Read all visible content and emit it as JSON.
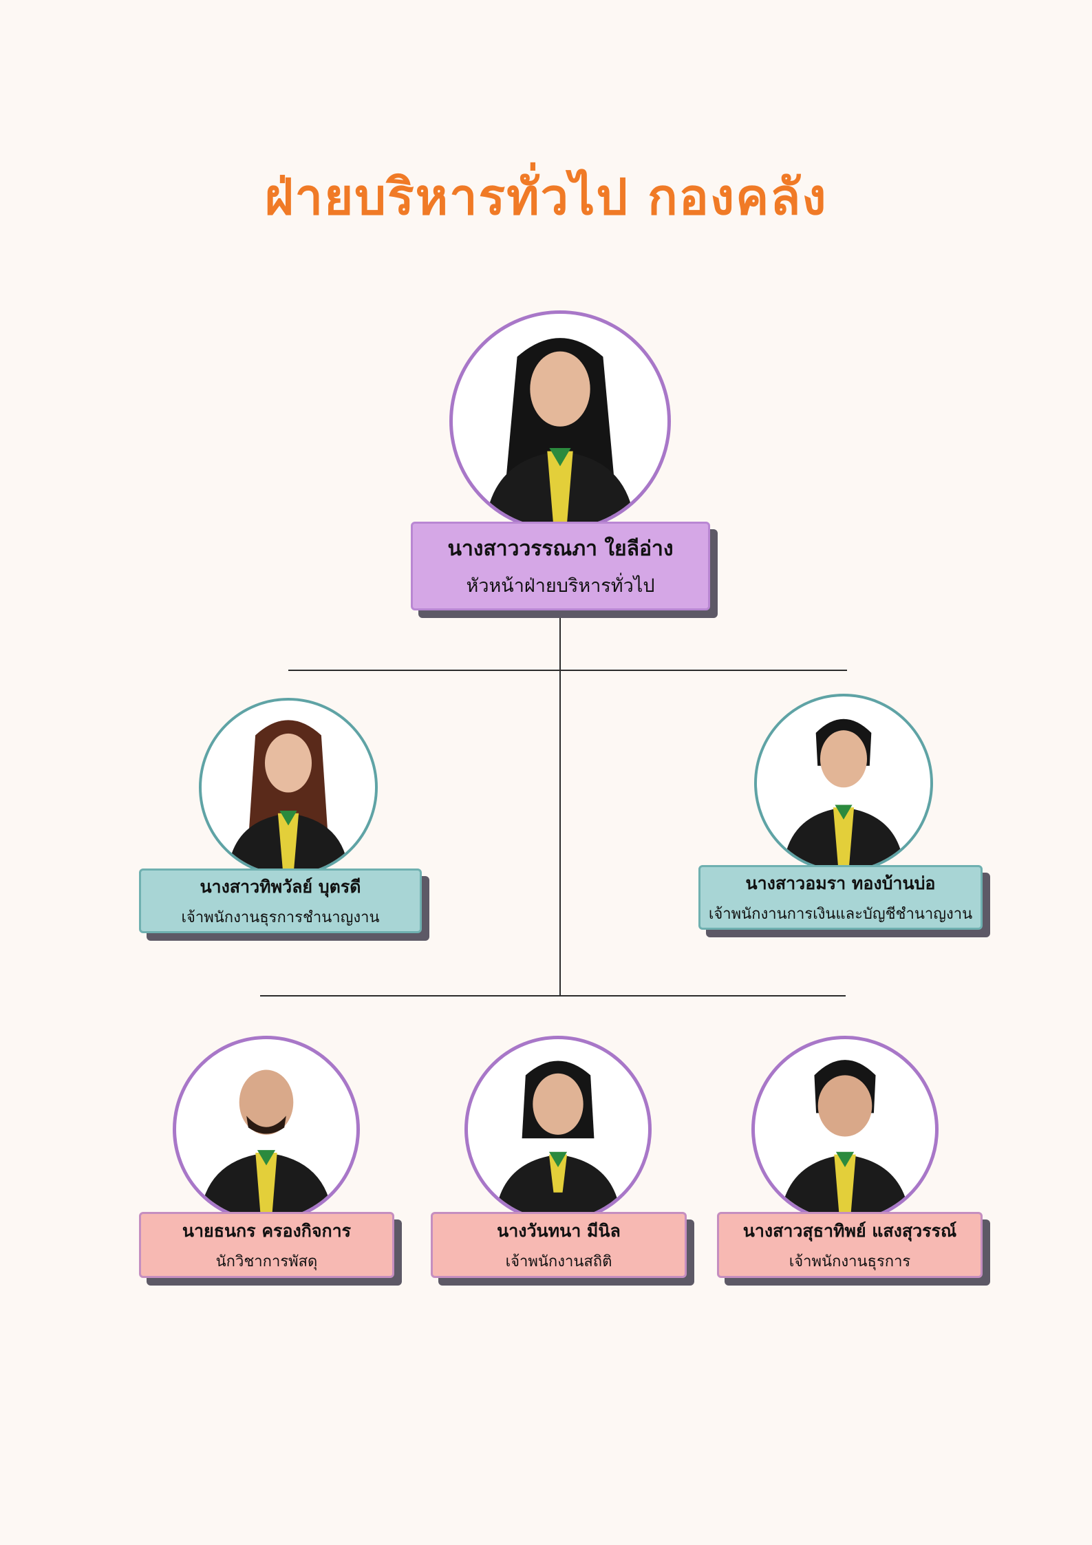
{
  "title": "ฝ่ายบริหารทั่วไป กองคลัง",
  "colors": {
    "title": "#f07a26",
    "background": "#fdf8f4",
    "head_card": "#d5a7e6",
    "level2_card": "#a8d5d5",
    "level3_card": "#f7b9b3",
    "photo_ring_purple": "#a877c8",
    "photo_ring_teal": "#5fa3a5",
    "card_shadow": "#5d5966"
  },
  "head": {
    "name": "นางสาววรรณภา ใยลีอ่าง",
    "role": "หัวหน้าฝ่ายบริหารทั่วไป"
  },
  "level2": [
    {
      "name": "นางสาวทิพวัลย์  บุตรดี",
      "role": "เจ้าพนักงานธุรการชำนาญงาน"
    },
    {
      "name": "นางสาวอมรา ทองบ้านบ่อ",
      "role": "เจ้าพนักงานการเงินและบัญชีชำนาญงาน"
    }
  ],
  "level3": [
    {
      "name": "นายธนกร  ครองกิจการ",
      "role": "นักวิชาการพัสดุ"
    },
    {
      "name": "นางวันทนา  มีนิล",
      "role": "เจ้าพนักงานสถิติ"
    },
    {
      "name": "นางสาวสุธาทิพย์ แสงสุวรรณ์",
      "role": "เจ้าพนักงานธุรการ"
    }
  ]
}
